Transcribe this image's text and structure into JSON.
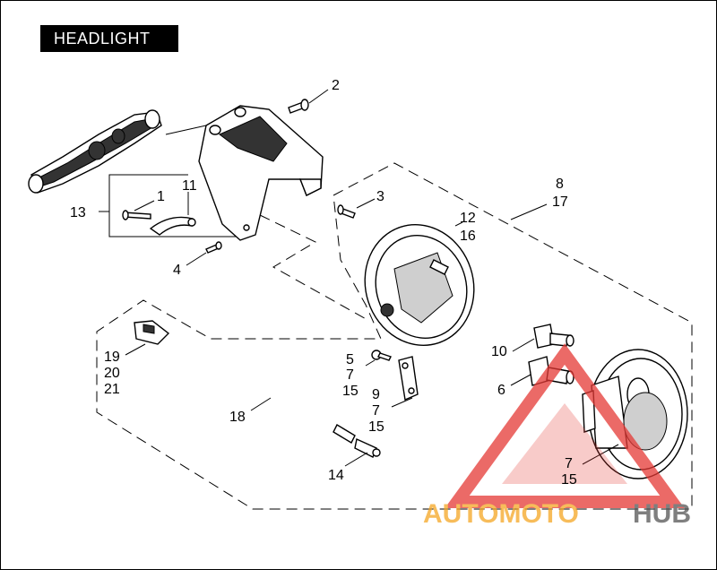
{
  "title": "HEADLIGHT",
  "callouts": {
    "c1": "1",
    "c2": "2",
    "c3": "3",
    "c4": "4",
    "c5": "5",
    "c6": "6",
    "c7a": "7",
    "c7b": "7",
    "c7c": "7",
    "c8": "8",
    "c9": "9",
    "c10": "10",
    "c11": "11",
    "c12": "12",
    "c13": "13",
    "c14": "14",
    "c15a": "15",
    "c15b": "15",
    "c15c": "15",
    "c16": "16",
    "c17": "17",
    "c18": "18",
    "c19": "19",
    "c20": "20",
    "c21": "21"
  },
  "watermark": {
    "part1": "AUTOMOTO",
    "part2": "HUB",
    "colors": {
      "orange": "#f5a623",
      "red": "#e53935",
      "grey": "#555555"
    }
  }
}
